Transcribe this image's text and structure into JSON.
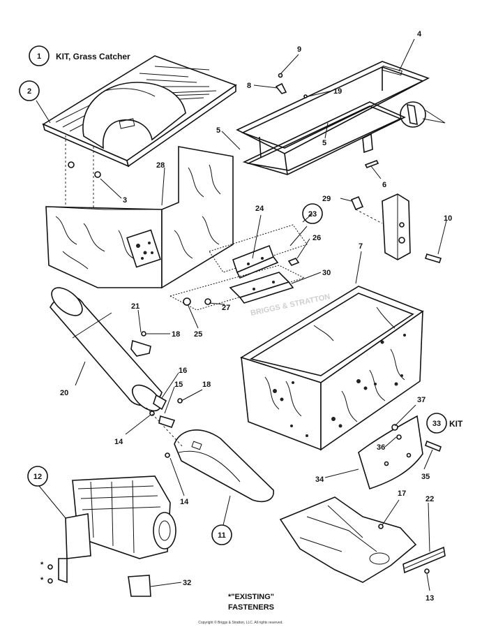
{
  "title": {
    "kit_number": "1",
    "kit_label": "KIT, Grass Catcher",
    "kit33_number": "33",
    "kit33_label": "KIT"
  },
  "watermark": "BRIGGS & STRATTON",
  "footnote": {
    "line1": "*\"EXISTING\"",
    "line2": "FASTENERS"
  },
  "asterisk": "*",
  "copyright": "Copyright © Briggs & Stratton, LLC. All rights reserved.",
  "circled_callouts": [
    "2",
    "23",
    "11",
    "12"
  ],
  "callouts": [
    "3",
    "4",
    "5",
    "5",
    "6",
    "7",
    "8",
    "9",
    "10",
    "13",
    "14",
    "14",
    "15",
    "16",
    "17",
    "18",
    "18",
    "19",
    "20",
    "21",
    "22",
    "24",
    "25",
    "26",
    "27",
    "28",
    "29",
    "30",
    "32",
    "34",
    "35",
    "36",
    "37"
  ]
}
